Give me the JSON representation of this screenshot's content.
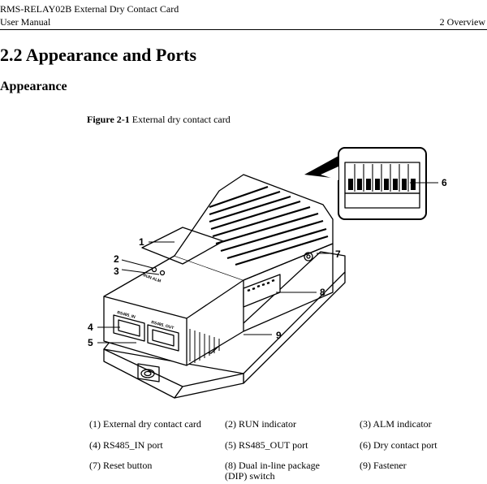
{
  "header": {
    "document_title": "RMS-RELAY02B External Dry Contact Card",
    "manual_type": "User Manual",
    "chapter": "2 Overview"
  },
  "section": {
    "title": "2.2 Appearance and Ports",
    "subtitle": "Appearance"
  },
  "figure": {
    "caption_label": "Figure 2-1",
    "caption_text": "External dry contact card",
    "callouts": [
      "1",
      "2",
      "3",
      "4",
      "5",
      "6",
      "7",
      "8",
      "9"
    ],
    "printed_label_in": "RS485_IN",
    "printed_label_out": "RS485_OUT",
    "printed_label_run_alm": "RUN ALM"
  },
  "legend": [
    "(1) External dry contact card",
    "(2) RUN indicator",
    "(3) ALM indicator",
    "(4) RS485_IN port",
    "(5) RS485_OUT port",
    "(6) Dry contact port",
    "(7) Reset button",
    "(8) Dual in-line package (DIP) switch",
    "(9) Fastener"
  ]
}
